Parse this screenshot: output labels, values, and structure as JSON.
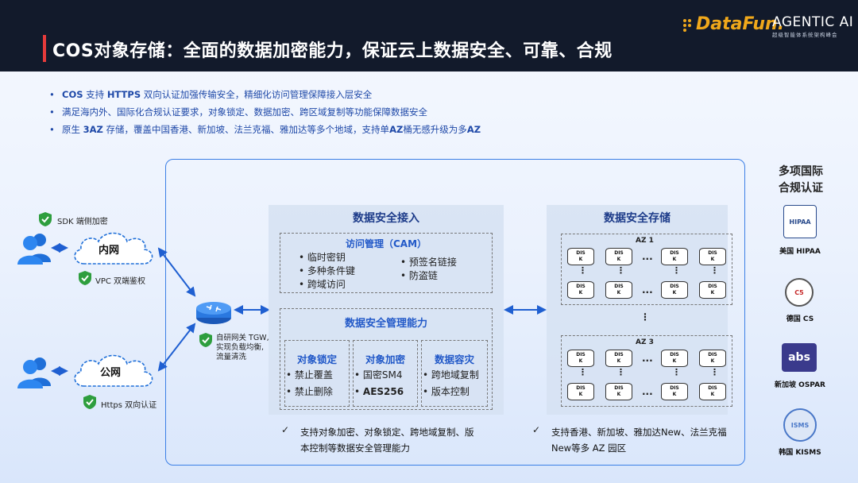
{
  "header": {
    "title": "COS对象存储：全面的数据加密能力，保证云上数据安全、可靠、合规",
    "brand_name": "DataFun.",
    "brand_sub": "AGENTIC AI",
    "brand_tag": "超级智能体系统架构峰会"
  },
  "bullets": [
    {
      "pre": "",
      "b1": "COS",
      "mid": " 支持 ",
      "b2": "HTTPS",
      "post": " 双向认证加强传输安全，精细化访问管理保障接入层安全"
    },
    {
      "pre": "满足海内外、国际化合规认证要求，对象锁定、数据加密、跨区域复制等功能保障数据安全",
      "b1": "",
      "mid": "",
      "b2": "",
      "post": ""
    },
    {
      "pre": "原生 ",
      "b1": "3AZ",
      "mid": " 存储，覆盖中国香港、新加坡、法兰克福、雅加达等多个地域，支持单",
      "b2": "AZ",
      "post": "桶无感升级为多",
      "b3": "AZ"
    }
  ],
  "left": {
    "sdk": "SDK 端侧加密",
    "intranet": "内网",
    "vpc": "VPC 双端鉴权",
    "public": "公网",
    "https": "Https 双向认证",
    "gateway": [
      "自研网关 TGW,",
      "实现负载均衡,",
      "流量清洗"
    ]
  },
  "access_panel": {
    "title": "数据安全接入",
    "cam_title": "访问管理（CAM）",
    "cam_left": [
      "临时密钥",
      "多种条件键",
      "跨域访问"
    ],
    "cam_right": [
      "预签名链接",
      "防盗链"
    ],
    "mgmt_title": "数据安全管理能力",
    "cols": [
      {
        "title": "对象锁定",
        "items": [
          "禁止覆盖",
          "禁止删除"
        ]
      },
      {
        "title": "对象加密",
        "items": [
          "国密SM4",
          "AES256"
        ]
      },
      {
        "title": "数据容灾",
        "items": [
          "跨地域复制",
          "版本控制"
        ]
      }
    ],
    "note": [
      "支持对象加密、对象锁定、跨地域复制、版",
      "本控制等数据安全管理能力"
    ]
  },
  "storage_panel": {
    "title": "数据安全存储",
    "az1": "AZ 1",
    "az3": "AZ 3",
    "disk_label_top": "DIS",
    "disk_label_bottom": "K",
    "ellipsis": "...",
    "vdots": "⋮",
    "note": [
      "支持香港、新加坡、雅加达New、法兰克福",
      "New等多 AZ 园区"
    ]
  },
  "certs": {
    "title": [
      "多项国际",
      "合规认证"
    ],
    "items": [
      {
        "name": "美国 HIPAA",
        "logo_text": "HIPAA",
        "color": "#2a4b8c"
      },
      {
        "name": "德国 CS",
        "logo_text": "C5",
        "color": "#c62828"
      },
      {
        "name": "新加坡 OSPAR",
        "logo_text": "abs",
        "color": "#3a3a8c"
      },
      {
        "name": "韩国 KISMS",
        "logo_text": "ISMS",
        "color": "#4a78c8"
      }
    ]
  },
  "check_mark": "✓",
  "colors": {
    "accent": "#1f49a8",
    "header_bg": "#121a2b",
    "frame": "#3b7fe6",
    "title_bar": "#e53b3b"
  }
}
